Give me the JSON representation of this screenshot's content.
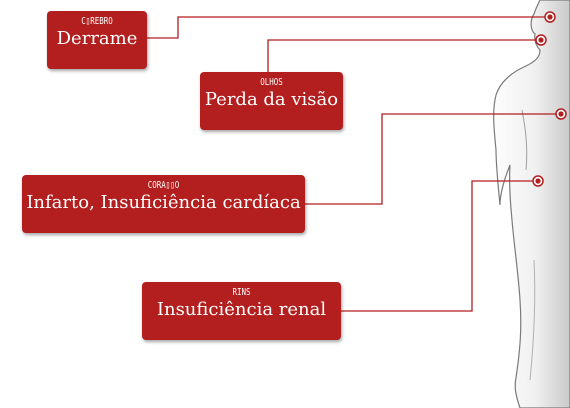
{
  "organs": [
    {
      "title": "C▯REBRO",
      "description": "Derrame"
    },
    {
      "title": "OLHOS",
      "description": "Perda da visão"
    },
    {
      "title": "CORA▯▯O",
      "description": "Infarto, Insuficiência cardíaca"
    },
    {
      "title": "RINS",
      "description": "Insuficiência renal"
    }
  ],
  "colors": {
    "box": "#b31e1e",
    "line": "#b31e1e",
    "dot": "#b31e1e"
  }
}
